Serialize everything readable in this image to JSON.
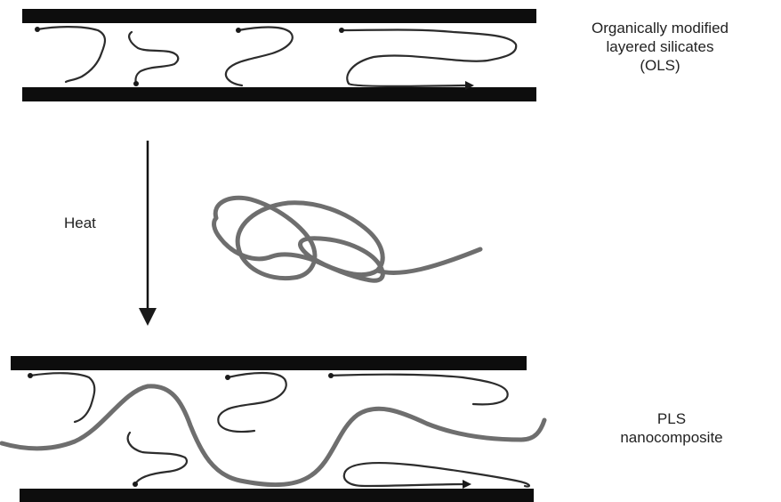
{
  "labels": {
    "ols": [
      "Organically modified",
      "layered silicates",
      "(OLS)"
    ],
    "heat": "Heat",
    "pls": [
      "PLS",
      "nanocomposite"
    ]
  },
  "colors": {
    "layer": "#0d0d0d",
    "chain": "#2c2c2c",
    "polymer": "#6e6e6e",
    "text": "#222222"
  }
}
